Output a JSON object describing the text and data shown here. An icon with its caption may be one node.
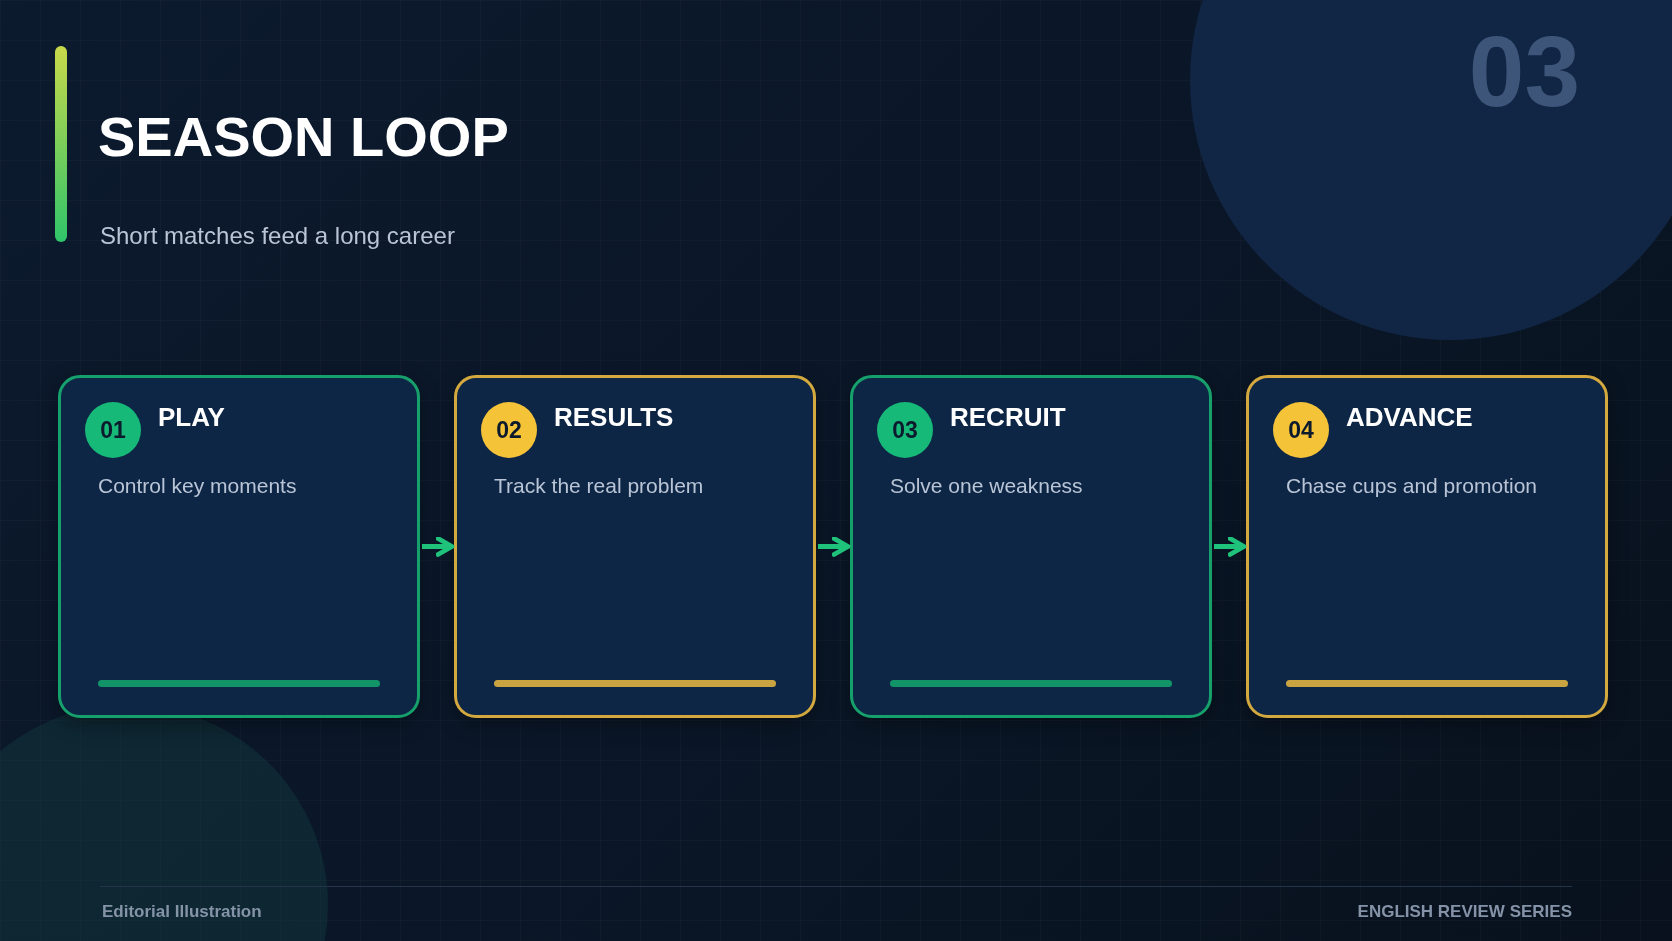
{
  "diagram": {
    "title": "SEASON LOOP",
    "nodes": [
      {
        "text": [
          "PLAY",
          "Control key moments"
        ]
      },
      {
        "text": [
          "01"
        ],
        "in": 0
      },
      {
        "text": [
          "RESULTS",
          "Track the real problem"
        ]
      },
      {
        "text": [
          "02"
        ],
        "in": 2
      },
      {
        "text": [
          "RECRUIT",
          "Solve one weakness"
        ]
      },
      {
        "text": [
          "03"
        ],
        "in": 4
      },
      {
        "text": [
          "ADVANCE",
          "Chase cups and promotion"
        ]
      },
      {
        "text": [
          "04"
        ],
        "in": 6
      }
    ],
    "edges": [
      {
        "from": 0,
        "to": 2,
        "arrow": "to"
      },
      {
        "from": 2,
        "to": 4,
        "arrow": "to"
      },
      {
        "from": 4,
        "to": 6,
        "arrow": "to"
      }
    ],
    "labels": [
      "03",
      "Short matches feed a long career",
      "Editorial Illustration",
      "ENGLISH REVIEW SERIES"
    ]
  }
}
